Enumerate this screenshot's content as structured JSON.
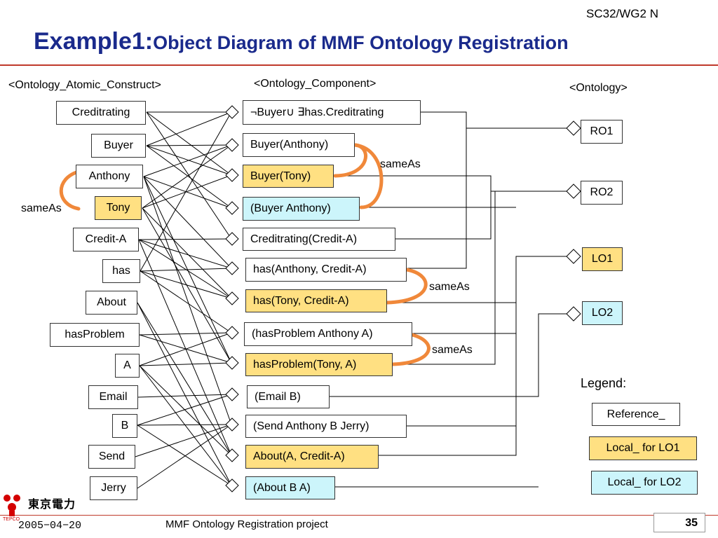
{
  "header": {
    "doc_code": "SC32/WG2 N",
    "title_main": "Example1:",
    "title_rest": "Object Diagram of MMF Ontology Registration"
  },
  "columns": {
    "atomic": "<Ontology_Atomic_Construct>",
    "component": "<Ontology_Component>",
    "ontology": "<Ontology>"
  },
  "atomic_constructs": [
    "Creditrating",
    "Buyer",
    "Anthony",
    "Tony",
    "Credit-A",
    "has",
    "About",
    "hasProblem",
    "A",
    "Email",
    "B",
    "Send",
    "Jerry"
  ],
  "components": [
    "¬Buyer∪ ∃has.Creditrating",
    "Buyer(Anthony)",
    "Buyer(Tony)",
    "(Buyer Anthony)",
    "Creditrating(Credit-A)",
    "has(Anthony, Credit-A)",
    "has(Tony, Credit-A)",
    "(hasProblem Anthony A)",
    "hasProblem(Tony, A)",
    "(Email B)",
    "(Send Anthony B  Jerry)",
    "About(A, Credit-A)",
    "(About B A)"
  ],
  "ontologies": [
    "RO1",
    "RO2",
    "LO1",
    "LO2"
  ],
  "same_as": {
    "label": "sameAs"
  },
  "legend": {
    "title": "Legend:",
    "reference": "Reference_",
    "local_lo1": "Local_ for LO1",
    "local_lo2": "Local_ for LO2"
  },
  "colors": {
    "local_lo1": "#ffe082",
    "local_lo2": "#ccf5fb",
    "same_as_arc": "#f0883a",
    "title": "#1a2a8c",
    "rule": "#c0392b"
  },
  "footer": {
    "date": "2005−04−20",
    "project": "MMF Ontology Registration project",
    "page": "35",
    "logo_text": "東京電力",
    "logo_sub": "TEPCO"
  }
}
